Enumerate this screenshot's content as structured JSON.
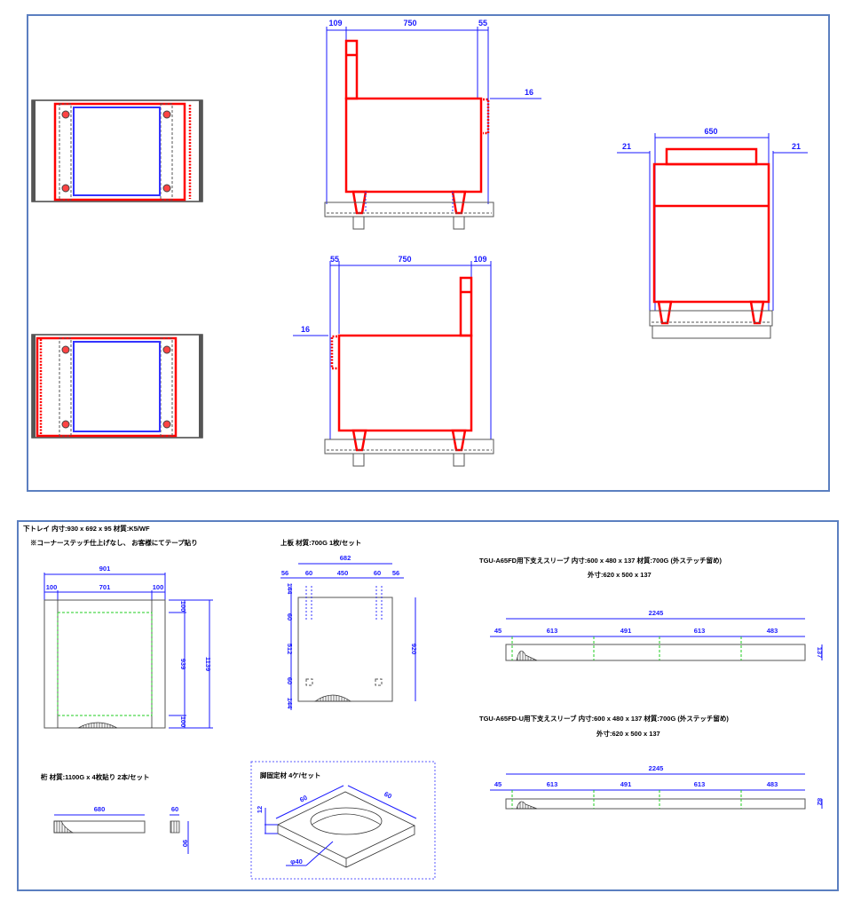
{
  "colors": {
    "dimension": "#1a1aff",
    "outline": "#ff0000",
    "panel_border": "#5b7fc0",
    "guide": "#22cc22"
  },
  "top_panel": {
    "side_view_1": {
      "d_left": "109",
      "d_width": "750",
      "d_right": "55",
      "d_offset": "16"
    },
    "side_view_2": {
      "d_left": "55",
      "d_width": "750",
      "d_right": "109",
      "d_offset": "16"
    },
    "front_view": {
      "d_width": "650",
      "d_left": "21",
      "d_right": "21"
    }
  },
  "bottom_panel": {
    "tray": {
      "title": "下トレイ  内寸:930 x 692 x 95  材質:K5/WF",
      "note": "※コーナーステッチ仕上げなし、 お客様にてテープ貼り",
      "d_total": "901",
      "d_left": "100",
      "d_mid": "701",
      "d_right": "100",
      "v_top": "100",
      "v_mid": "939",
      "v_bot": "100",
      "v_total": "1139"
    },
    "top_board": {
      "title": "上板  材質:700G  1枚/セット",
      "d_total": "682",
      "h_segments": [
        "56",
        "60",
        "450",
        "60",
        "56"
      ],
      "v_segments": [
        "144",
        "60",
        "512",
        "60",
        "144"
      ],
      "v_total": "920"
    },
    "sleeve_1": {
      "title": "TGU-A65FD用下支えスリーブ  内寸:600 x 480 x 137  材質:700G  (外ステッチ留め)",
      "outer": "外寸:620 x 500 x 137",
      "d_total": "2245",
      "segments": [
        "45",
        "613",
        "491",
        "613",
        "483"
      ],
      "height": "137"
    },
    "sleeve_2": {
      "title": "TGU-A65FD-U用下支えスリーブ  内寸:600 x 480 x 137  材質:700G  (外ステッチ留め)",
      "outer": "外寸:620 x 500 x 137",
      "d_total": "2245",
      "segments": [
        "45",
        "613",
        "491",
        "613",
        "483"
      ],
      "height": "82"
    },
    "beam": {
      "title": "桁  材質:1100G x 4枚貼り  2本/セット",
      "d_length": "680",
      "d_width": "60",
      "d_height": "90"
    },
    "leg_fixture": {
      "title": "脚固定材  4ケ/セット",
      "d_a": "60",
      "d_b": "60",
      "d_thick": "12",
      "d_hole": "φ40"
    }
  }
}
